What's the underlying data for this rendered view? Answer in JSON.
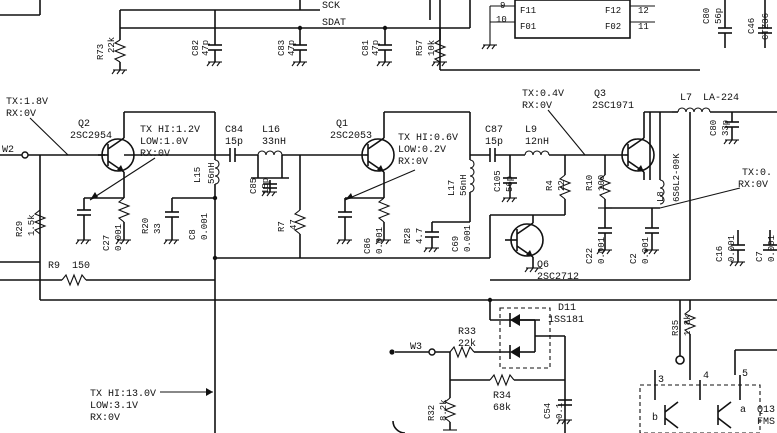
{
  "labels": {
    "sck": "SCK",
    "sdat": "SDAT",
    "ic_pins": [
      "9",
      "10",
      "F11",
      "F01",
      "F12",
      "F02",
      "12",
      "11"
    ],
    "r73": "R73",
    "r73_val": "22k",
    "c82": "C82",
    "c82_val": "47p",
    "c83": "C83",
    "c83_val": "47p",
    "c81": "C81",
    "c81_val": "47p",
    "r57": "R57",
    "r57_val": "10k",
    "c80_top": "C80",
    "c80_top_val": "56p",
    "c46": "C46",
    "c46_val": "CTZ36",
    "tx_left": "TX:1.8V",
    "rx_left": "RX:0V",
    "q2": "Q2",
    "q2_type": "2SC2954",
    "q2_tx": "TX HI:1.2V",
    "q2_low": "LOW:1.0V",
    "q2_rx": "RX:0V",
    "w2": "W2",
    "c84": "C84",
    "c84_val": "15p",
    "l16": "L16",
    "l16_val": "33nH",
    "l15": "L15",
    "l15_val": "56nH",
    "c85": "C85",
    "c85_val": "15p",
    "q1": "Q1",
    "q1_type": "2SC2053",
    "q1_tx": "TX HI:0.6V",
    "q1_low": "LOW:0.2V",
    "q1_rx": "RX:0V",
    "c87": "C87",
    "c87_val": "15p",
    "l9": "L9",
    "l9_val": "12nH",
    "tx_mid": "TX:0.4V",
    "rx_mid": "RX:0V",
    "q3": "Q3",
    "q3_type": "2SC1971",
    "l7": "L7",
    "l7_type": "LA-224",
    "c80": "C80",
    "c80_val": "33p",
    "l8": "L8",
    "l8_val": "6S6L2-09K",
    "r29": "R29",
    "r29_val": "1.5k",
    "c27": "C27",
    "c27_val": "0.001",
    "r20": "R20",
    "r20_val": "33",
    "c8": "C8",
    "c8_val": "0.001",
    "r7": "R7",
    "r7_val": "47",
    "c86": "C86",
    "c86_val": "0.001",
    "r28": "R28",
    "r28_val": "4.7",
    "l17": "L17",
    "l17_val": "56nH",
    "c69": "C69",
    "c69_val": "0.001",
    "c105": "C105",
    "c105_val": "56p",
    "r4": "R4",
    "r4_val": "22",
    "r10": "R10",
    "r10_val": "100",
    "q6": "Q6",
    "q6_type": "2SC2712",
    "c22": "C22",
    "c22_val": "0.001",
    "c2": "C2",
    "c2_val": "0.001",
    "tx_right": "TX:0.",
    "rx_right": "RX:0V",
    "c16": "C16",
    "c16_val": "0.001",
    "c7": "C7",
    "c7_val": "0.001",
    "r9": "R9",
    "r9_val": "150",
    "d11": "D11",
    "d11_type": "1SS181",
    "r33": "R33",
    "r33_val": "22k",
    "w3": "W3",
    "r35": "R35",
    "r35_val": "1.8k",
    "r34": "R34",
    "r34_val": "68k",
    "r32": "R32",
    "r32_val": "8.2k",
    "c54": "C54",
    "c54_val": "0.1",
    "tx_bottom": "TX HI:13.0V",
    "low_bottom": "LOW:3.1V",
    "rx_bottom": "RX:0V",
    "q13": "Q13",
    "q13_type": "FMS",
    "pin3": "3",
    "pin4": "4",
    "pin5": "5",
    "pin_b": "b",
    "pin_a": "a"
  }
}
